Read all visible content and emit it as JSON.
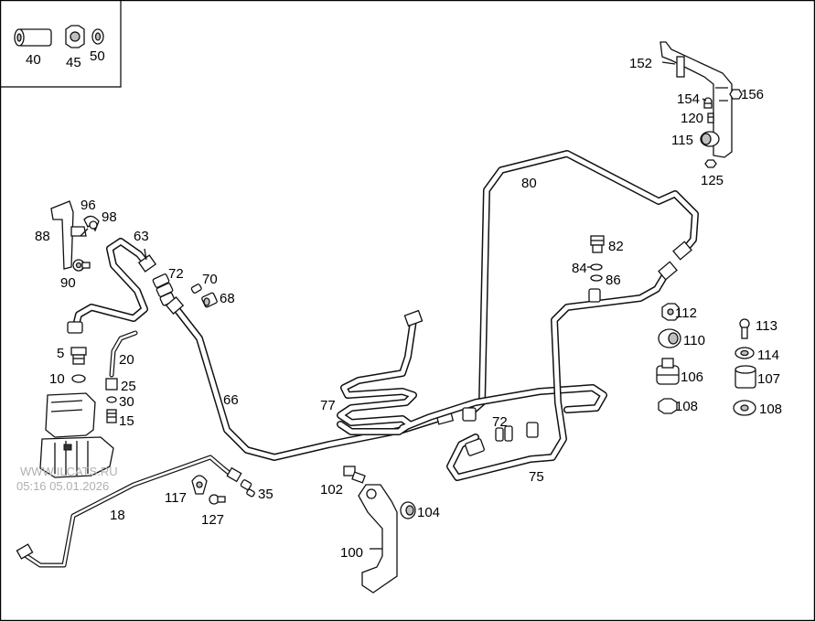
{
  "watermark": {
    "site": "WWW.ILCATS.RU",
    "timestamp": "05:16 05.01.2026"
  },
  "labels": {
    "p40": "40",
    "p45": "45",
    "p50": "50",
    "p152": "152",
    "p154": "154",
    "p156": "156",
    "p120": "120",
    "p115": "115",
    "p125": "125",
    "p80": "80",
    "p96": "96",
    "p98": "98",
    "p88": "88",
    "p90": "90",
    "p63": "63",
    "p72a": "72",
    "p70": "70",
    "p68": "68",
    "p82": "82",
    "p84": "84",
    "p86": "86",
    "p5": "5",
    "p10": "10",
    "p20": "20",
    "p25": "25",
    "p30": "30",
    "p15": "15",
    "p66": "66",
    "p77": "77",
    "p72b": "72",
    "p75": "75",
    "p112": "112",
    "p110": "110",
    "p106": "106",
    "p108a": "108",
    "p113": "113",
    "p114": "114",
    "p107": "107",
    "p108b": "108",
    "p117": "117",
    "p127": "127",
    "p35": "35",
    "p18": "18",
    "p102": "102",
    "p104": "104",
    "p100": "100"
  },
  "colors": {
    "ink": "#111111",
    "background": "#ffffff",
    "watermark": "#b0b0b0"
  }
}
